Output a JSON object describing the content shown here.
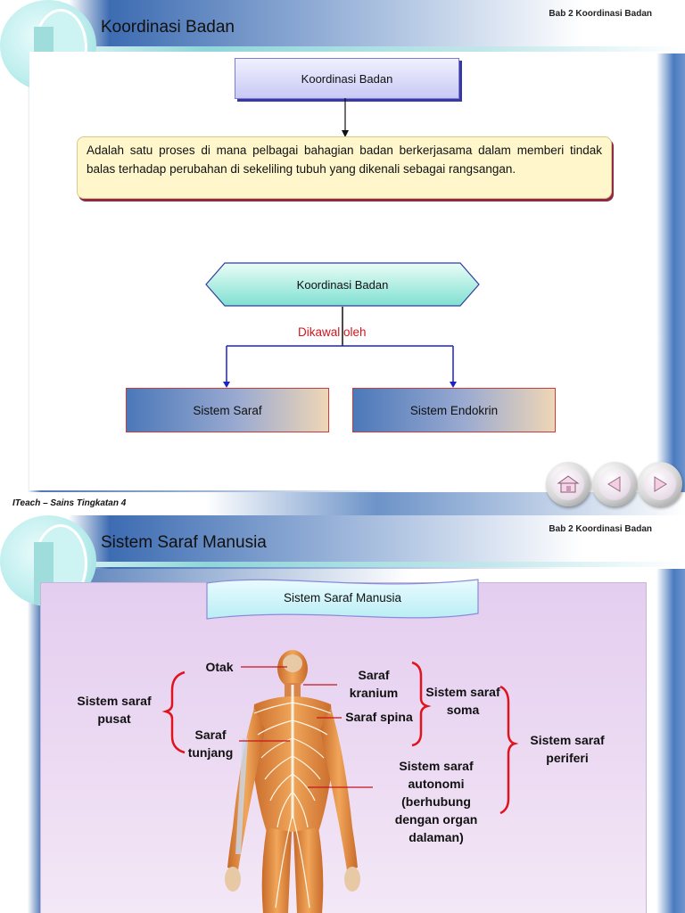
{
  "slide1": {
    "title": "Koordinasi Badan",
    "chapter": "Bab 2 Koordinasi Badan",
    "top_box": "Koordinasi Badan",
    "definition": "Adalah satu proses di mana pelbagai bahagian badan berkerjasama dalam memberi tindak balas terhadap perubahan di sekeliling tubuh yang dikenali sebagai rangsangan.",
    "hex_label": "Koordinasi Badan",
    "controlled_by": "Dikawal oleh",
    "left_system": "Sistem Saraf",
    "right_system": "Sistem Endokrin",
    "footer": "ITeach – Sains Tingkatan 4",
    "nav": [
      "home-icon",
      "previous-icon",
      "next-icon"
    ]
  },
  "slide2": {
    "title": "Sistem Saraf Manusia",
    "chapter": "Bab 2 Koordinasi Badan",
    "banner": "Sistem Saraf Manusia",
    "labels": {
      "central": "Sistem saraf pusat",
      "brain": "Otak",
      "spinal_cord": "Saraf tunjang",
      "cranial": "Saraf kranium",
      "spinal_nerve": "Saraf spina",
      "somatic": "Sistem saraf soma",
      "autonomic": "Sistem saraf autonomi (berhubung dengan organ dalaman)",
      "peripheral": "Sistem saraf periferi"
    },
    "colors": {
      "brace": "#e0141e",
      "pointer_line": "#c4161c"
    }
  }
}
